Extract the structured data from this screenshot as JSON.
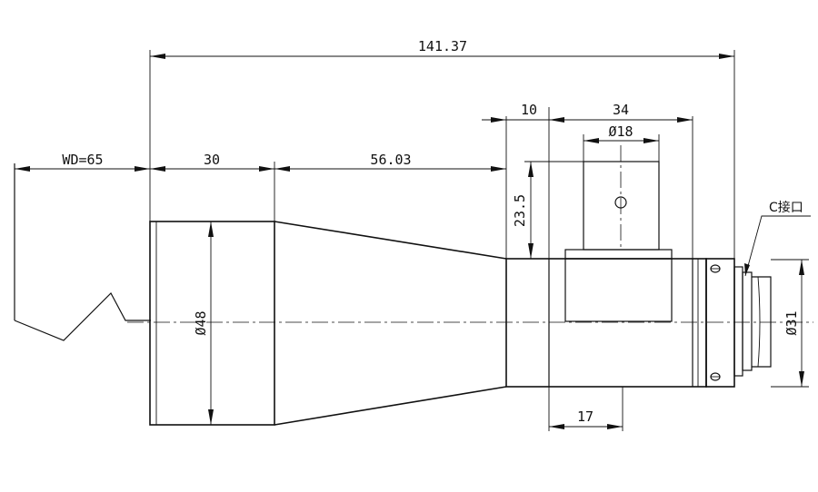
{
  "dimensions": {
    "overall_length": "141.37",
    "working_distance": "WD=65",
    "front_barrel_length": "30",
    "taper_length": "56.03",
    "collar_width": "10",
    "mount_block_width": "34",
    "post_diameter": "Ø18",
    "post_height": "23.5",
    "front_diameter": "Ø48",
    "rear_diameter": "Ø31",
    "bottom_width": "17"
  },
  "labels": {
    "mount_type": "C接口"
  }
}
